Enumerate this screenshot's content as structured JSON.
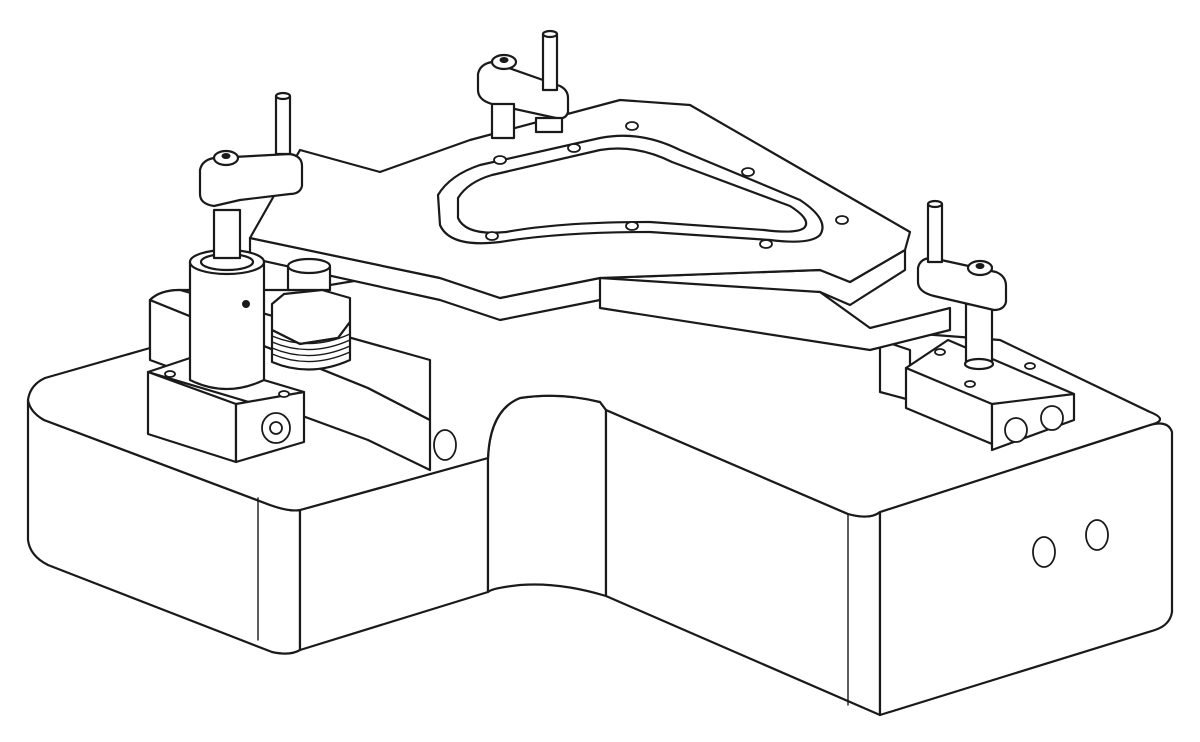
{
  "figure": {
    "colors": {
      "line": "#1a1a1a",
      "background": "#ffffff"
    },
    "components": [
      "base-block",
      "fixture-plate",
      "pocket",
      "swing-clamp-left",
      "swing-clamp-top",
      "swing-clamp-right",
      "cylinder-left",
      "threaded-fitting",
      "right-bracket-block",
      "locating-pins"
    ]
  }
}
